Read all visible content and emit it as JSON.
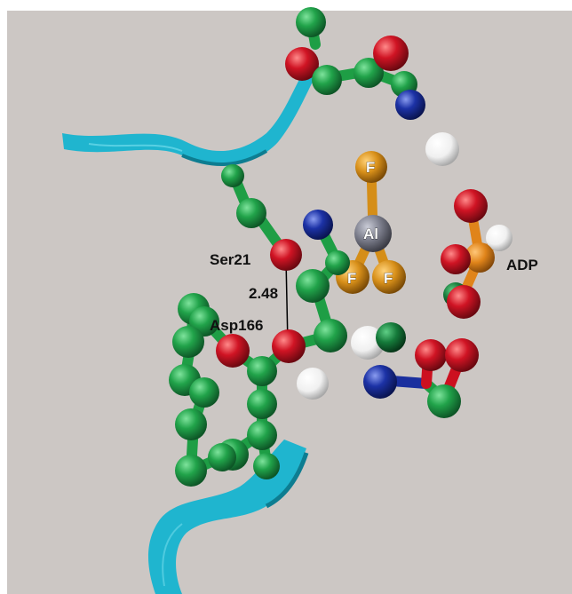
{
  "labels": {
    "ser21": "Ser21",
    "asp166": "Asp166",
    "distance": "2.48",
    "adp": "ADP",
    "fluorine_top": "F",
    "aluminium": "Al",
    "fluorine_left": "F",
    "fluorine_right": "F"
  },
  "colors": {
    "background": "#ccc7c4",
    "ribbon": "#1fb5cf",
    "carbon": "#1e9e45",
    "oxygen": "#cc1020",
    "nitrogen": "#1a2f9e",
    "water": "#f4f4f4",
    "fluorine": "#d58e18",
    "aluminium": "#7d7f8d",
    "phosphorus": "#e0841a",
    "magnesium": "#157a3a"
  }
}
